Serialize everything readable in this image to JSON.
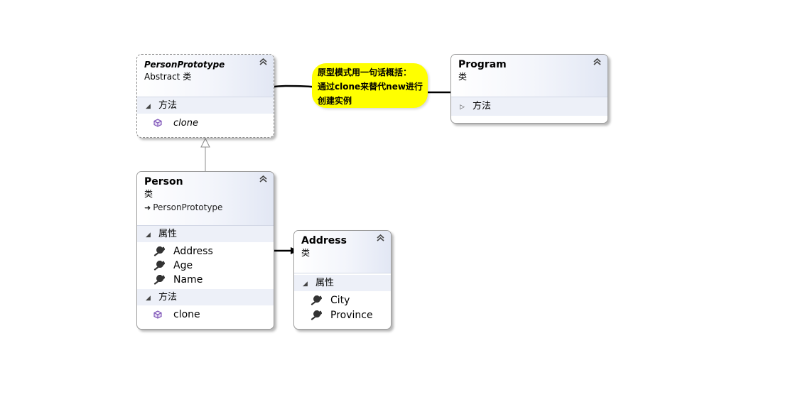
{
  "person_prototype": {
    "title": "PersonPrototype",
    "stereotype": "Abstract 类",
    "sections": [
      {
        "label": "方法",
        "items": [
          "clone"
        ]
      }
    ]
  },
  "person": {
    "title": "Person",
    "stereotype": "类",
    "base": "PersonPrototype",
    "properties_label": "属性",
    "properties": [
      "Address",
      "Age",
      "Name"
    ],
    "methods_label": "方法",
    "methods": [
      "clone"
    ]
  },
  "address": {
    "title": "Address",
    "stereotype": "类",
    "properties_label": "属性",
    "properties": [
      "City",
      "Province"
    ]
  },
  "program": {
    "title": "Program",
    "stereotype": "类",
    "methods_label": "方法"
  },
  "comment": {
    "lines": [
      "原型模式用一句话概括：",
      "通过clone来替代new进行",
      "创建实例"
    ],
    "color": "#ffff00"
  },
  "icons": {
    "collapse": "double-chevron-up-icon",
    "method": "method-cube-icon",
    "property": "wrench-icon",
    "inheritance": "arrow-right-icon"
  }
}
